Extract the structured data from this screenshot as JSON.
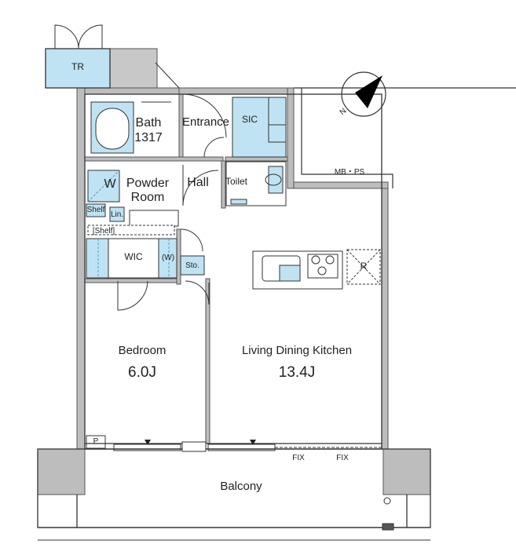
{
  "rooms": {
    "tr": "TR",
    "bath": "Bath",
    "bath_size": "1317",
    "entrance": "Entrance",
    "sic": "SIC",
    "mb_ps": "MB・PS",
    "w": "W",
    "powder_room_line1": "Powder",
    "powder_room_line2": "Room",
    "hall": "Hall",
    "toilet": "Toilet",
    "shelf_small": "Shelf",
    "lin": "Lin.",
    "shelf": "[Shelf]",
    "wic": "WIC",
    "wic_w": "(W)",
    "sto": "Sto.",
    "refrigerator": "R",
    "bedroom": "Bedroom",
    "bedroom_size": "6.0J",
    "ldk": "Living Dining Kitchen",
    "ldk_size": "13.4J",
    "p": "P",
    "fix_1": "FIX",
    "fix_2": "FIX",
    "balcony": "Balcony"
  },
  "compass": {
    "symbol": "N",
    "accent": "#000000"
  },
  "colors": {
    "wall": "#b8b8b8",
    "wall_stroke": "#555555",
    "fixture_fill": "#bfe3f3",
    "fixture_stroke": "#4a9ed0",
    "line": "#333333"
  }
}
